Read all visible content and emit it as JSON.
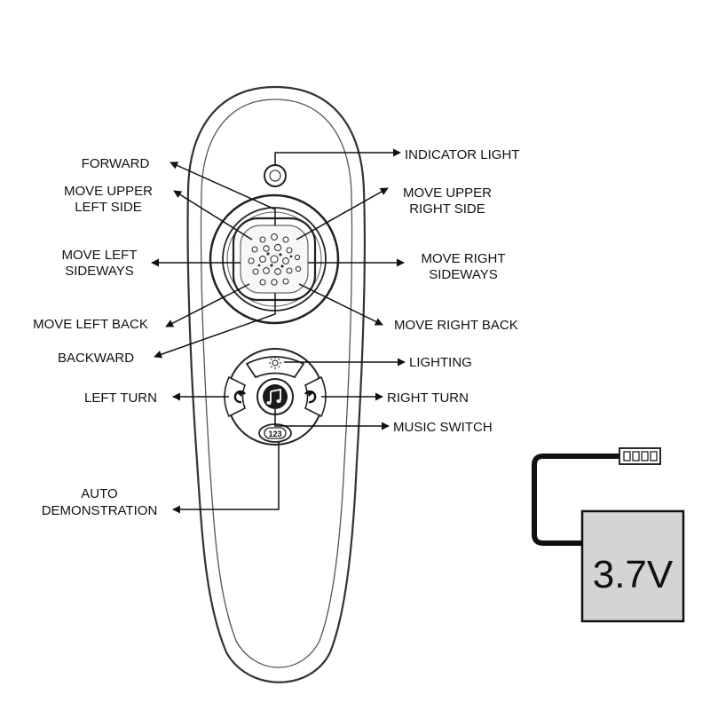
{
  "labels": {
    "indicator_light": "INDICATOR LIGHT",
    "forward": "FORWARD",
    "move_upper_left_1": "MOVE UPPER",
    "move_upper_left_2": "LEFT SIDE",
    "move_upper_right_1": "MOVE UPPER",
    "move_upper_right_2": "RIGHT SIDE",
    "move_left_sideways_1": "MOVE LEFT",
    "move_left_sideways_2": "SIDEWAYS",
    "move_right_sideways_1": "MOVE RIGHT",
    "move_right_sideways_2": "SIDEWAYS",
    "move_left_back": "MOVE LEFT BACK",
    "move_right_back": "MOVE RIGHT BACK",
    "backward": "BACKWARD",
    "lighting": "LIGHTING",
    "left_turn": "LEFT TURN",
    "right_turn": "RIGHT TURN",
    "music_switch": "MUSIC SWITCH",
    "auto_demo_1": "AUTO",
    "auto_demo_2": "DEMONSTRATION"
  },
  "remote": {
    "demo_button_text": "123",
    "light_icon": "sun-icon",
    "music_icon": "music-note-icon",
    "left_turn_icon": "rotate-left-icon",
    "right_turn_icon": "rotate-right-icon"
  },
  "battery": {
    "voltage": "3.7V",
    "box_color": "#d4d4d4",
    "connector_icon": "plug-connector-icon"
  }
}
